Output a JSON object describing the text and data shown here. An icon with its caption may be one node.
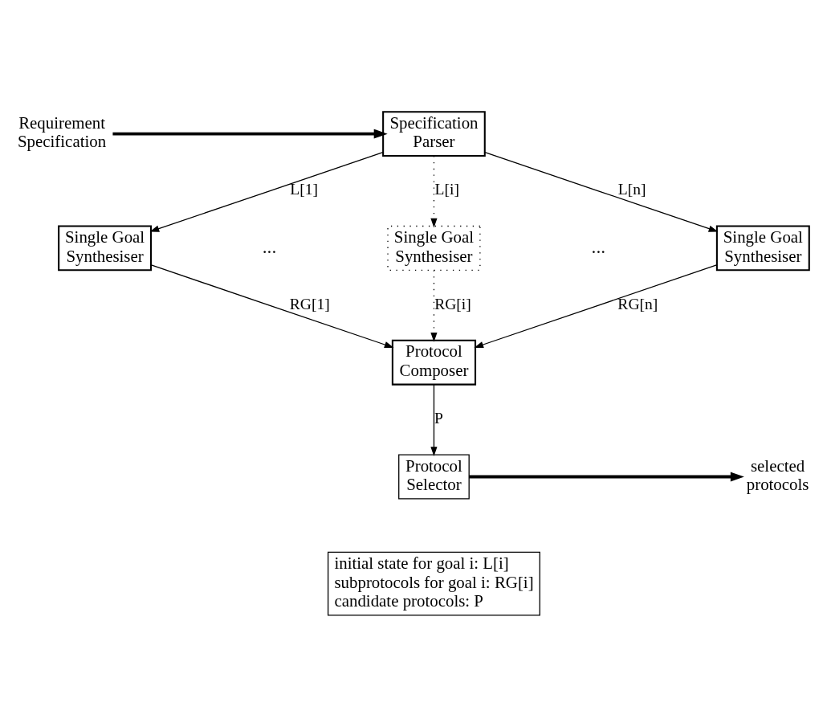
{
  "diagram": {
    "nodes": [
      {
        "text": [
          "Requirement Specification"
        ]
      },
      {
        "text": [
          "Specification Parser"
        ]
      },
      {
        "text": [
          "Single Goal Synthesiser"
        ]
      },
      {
        "text": [
          "Single Goal Synthesiser"
        ]
      },
      {
        "text": [
          "Single Goal Synthesiser"
        ]
      },
      {
        "text": [
          "Protocol Composer"
        ]
      },
      {
        "text": [
          "Protocol Selector"
        ]
      },
      {
        "text": [
          "selected protocols"
        ]
      },
      {
        "text": [
          "initial state for goal i: L[i]",
          "subprotocols for goal i: RG[i]",
          "candidate protocols: P"
        ]
      }
    ],
    "edges": [
      {
        "from": 0,
        "to": 1,
        "arrow": "to",
        "style": "thick"
      },
      {
        "from": 1,
        "to": 2,
        "arrow": "to",
        "label": "L[1]"
      },
      {
        "from": 1,
        "to": 3,
        "arrow": "to",
        "label": "L[i]",
        "style": "dashed"
      },
      {
        "from": 1,
        "to": 4,
        "arrow": "to",
        "label": "L[n]"
      },
      {
        "from": 2,
        "to": 5,
        "arrow": "to",
        "label": "RG[1]"
      },
      {
        "from": 3,
        "to": 5,
        "arrow": "to",
        "label": "RG[i]",
        "style": "dashed"
      },
      {
        "from": 4,
        "to": 5,
        "arrow": "to",
        "label": "RG[n]"
      },
      {
        "from": 5,
        "to": 6,
        "arrow": "to",
        "label": "P"
      },
      {
        "from": 6,
        "to": 7,
        "arrow": "to",
        "style": "thick"
      }
    ],
    "labels": [
      "...",
      "..."
    ]
  }
}
